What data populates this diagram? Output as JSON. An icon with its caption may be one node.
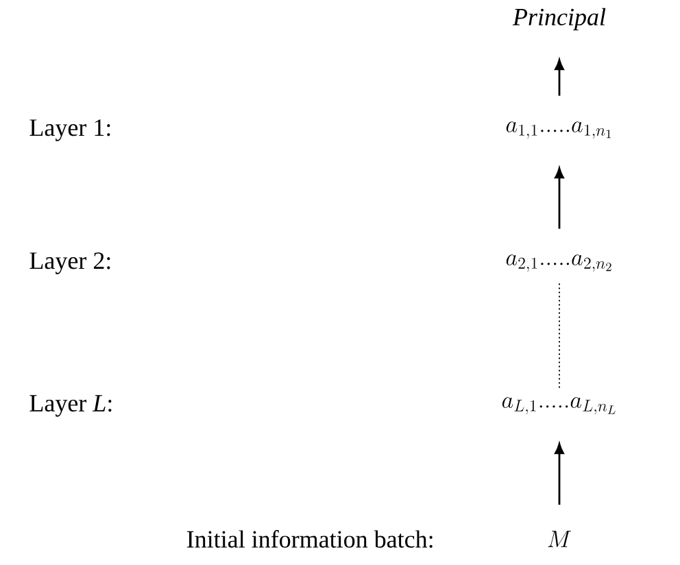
{
  "diagram": {
    "nodes": [
      {
        "text": [
          "Principal"
        ]
      },
      {
        "text": [
          "a_{1,1}.....a_{1,n_1}"
        ]
      },
      {
        "text": [
          "a_{2,1}.....a_{2,n_2}"
        ]
      },
      {
        "text": [
          "a_{L,1}.....a_{L,n_L}"
        ]
      },
      {
        "text": [
          "M"
        ]
      }
    ],
    "labels": [
      "Layer 1:",
      "Layer 2:",
      "Layer *L*:",
      "Initial information batch:"
    ],
    "edges": [
      {
        "from": 4,
        "to": 3,
        "arrow": "to"
      },
      {
        "from": 3,
        "to": 2,
        "arrow": "none",
        "style": "dashed"
      },
      {
        "from": 2,
        "to": 1,
        "arrow": "to"
      },
      {
        "from": 1,
        "to": 0,
        "arrow": "to"
      }
    ]
  }
}
